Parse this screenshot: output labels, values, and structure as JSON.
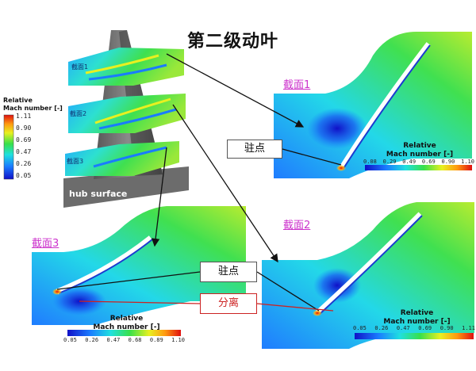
{
  "title": "第二级动叶",
  "section_labels": {
    "s1": "截面1",
    "s2": "截面2",
    "s3": "截面3"
  },
  "blade_labels": {
    "s1": "截面1",
    "s2": "截面2",
    "s3": "截面3",
    "hub": "hub surface"
  },
  "callouts": {
    "stagnation_top": "驻点",
    "stagnation_bottom": "驻点",
    "separation": "分离"
  },
  "legend_vertical": {
    "title_line1": "Relative",
    "title_line2": "Mach number [-]",
    "ticks": [
      "1.11",
      "0.90",
      "0.69",
      "0.47",
      "0.26",
      "0.05"
    ]
  },
  "legend_s1": {
    "title_line1": "Relative",
    "title_line2": "Mach number [-]",
    "ticks": [
      "0.08",
      "0.29",
      "0.49",
      "0.69",
      "0.90",
      "1.10"
    ]
  },
  "legend_s2": {
    "title_line1": "Relative",
    "title_line2": "Mach number [-]",
    "ticks": [
      "0.05",
      "0.26",
      "0.47",
      "0.69",
      "0.90",
      "1.11"
    ]
  },
  "legend_s3": {
    "title_line1": "Relative",
    "title_line2": "Mach number [-]",
    "ticks": [
      "0.05",
      "0.26",
      "0.47",
      "0.68",
      "0.89",
      "1.10"
    ]
  },
  "colors": {
    "colormap": [
      "#1010c8",
      "#1a7cff",
      "#1fe0e0",
      "#38e04a",
      "#e8f020",
      "#ff9a10",
      "#e01010"
    ],
    "title": "#111111",
    "section_label": "#cc33cc",
    "separation_line": "#cc2222"
  }
}
